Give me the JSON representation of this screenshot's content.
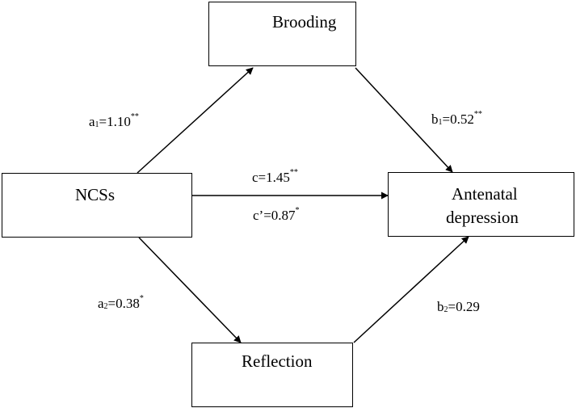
{
  "nodes": {
    "brooding": "Brooding",
    "ncss": "NCSs",
    "reflection": "Reflection",
    "depression_line1": "Antenatal",
    "depression_line2": "depression"
  },
  "paths": {
    "a1": {
      "letter": "a",
      "sub": "1",
      "value": "=1.10",
      "sig": "**"
    },
    "b1": {
      "letter": "b",
      "sub": "1",
      "value": "=0.52",
      "sig": "**"
    },
    "c": {
      "text": "c=1.45",
      "sig": "**"
    },
    "c_prime": {
      "text": "c’=0.87",
      "sig": "*"
    },
    "a2": {
      "letter": "a",
      "sub": "2",
      "value": "=0.38",
      "sig": "*"
    },
    "b2": {
      "letter": "b",
      "sub": "2",
      "value": "=0.29",
      "sig": ""
    }
  }
}
